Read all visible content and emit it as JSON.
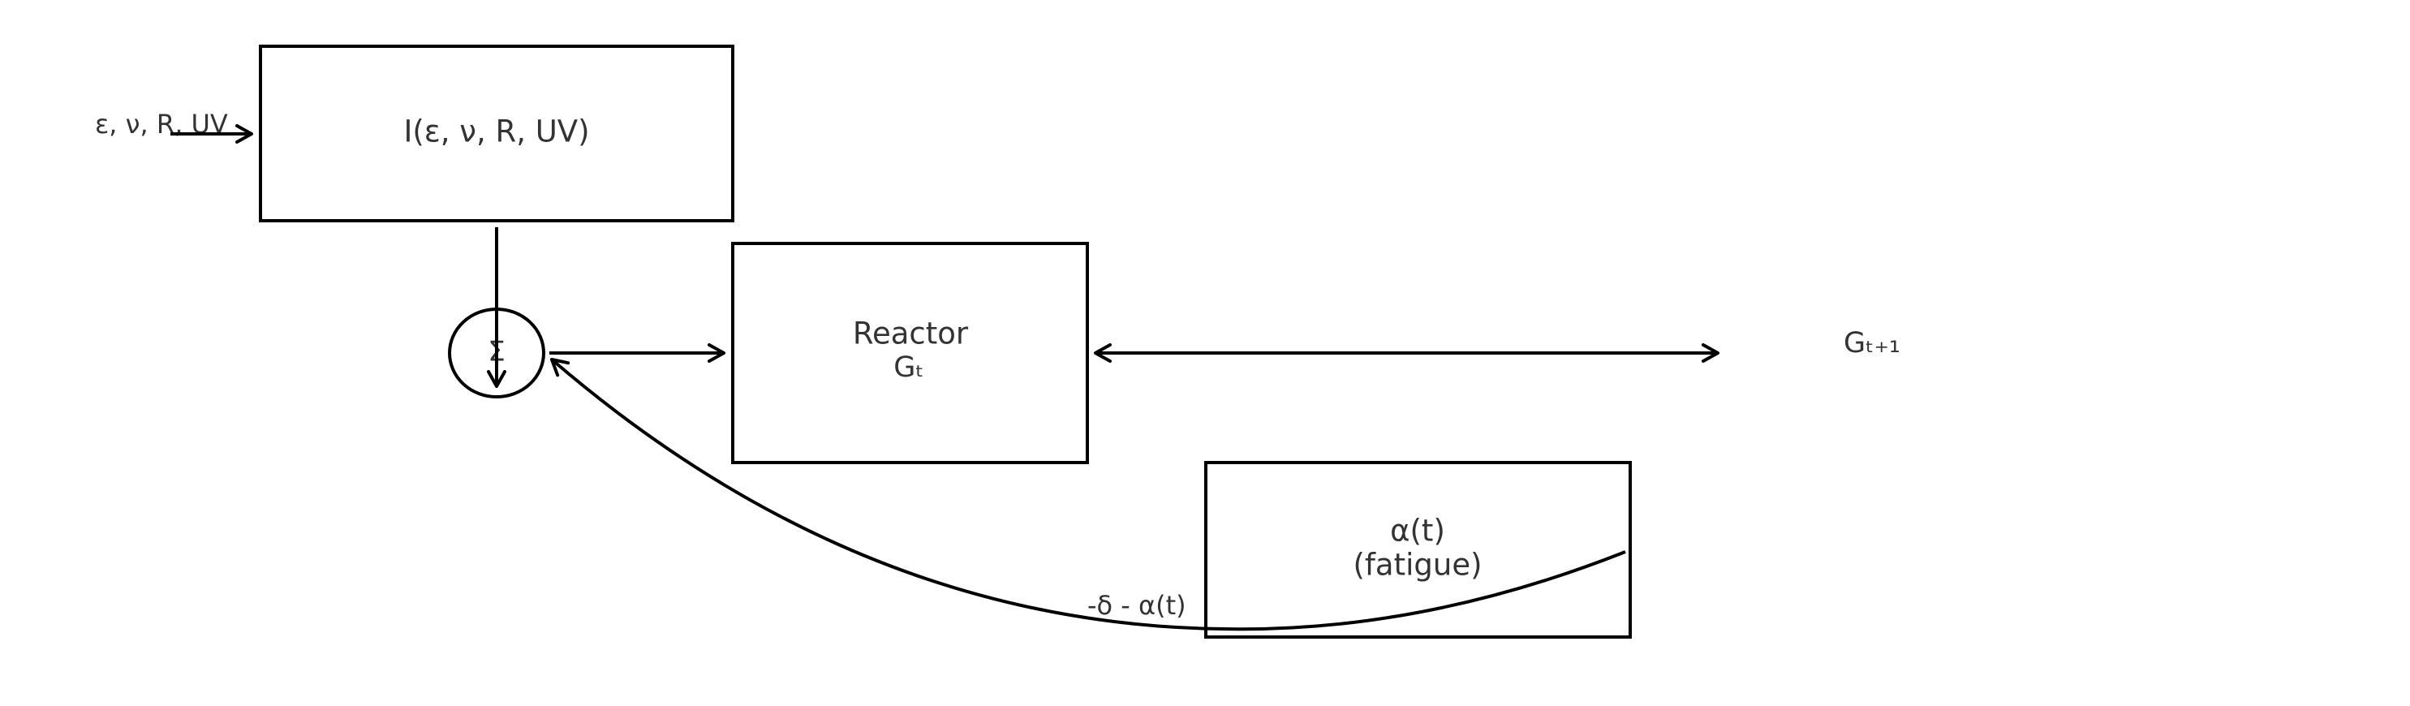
{
  "input_label": "ε, ν, R, UV",
  "intensity_box": {
    "label": "I(ε, ν, R, UV)"
  },
  "sum_node": {
    "symbol": "Σ"
  },
  "reactor_box": {
    "title": "Reactor",
    "state": "Gₜ"
  },
  "output_label": "Gₜ₊₁",
  "fatigue_box": {
    "line1": "α(t)",
    "line2": "(fatigue)"
  },
  "feedback_label": "-δ - α(t)",
  "colors": {
    "stroke": "#000000",
    "text": "#333333",
    "background": "#ffffff"
  }
}
